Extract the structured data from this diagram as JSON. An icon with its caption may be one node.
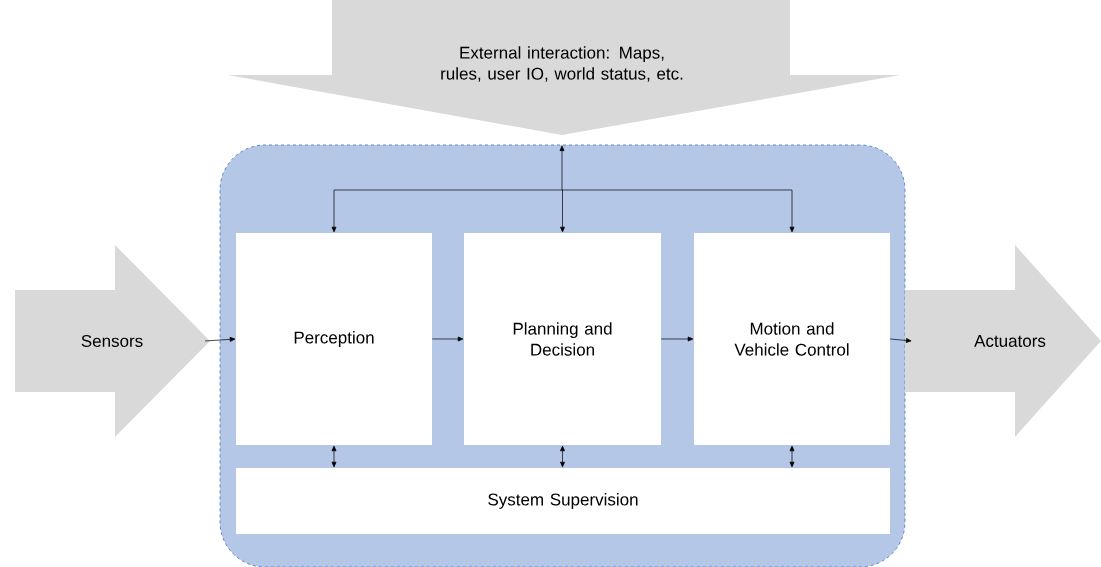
{
  "diagram": {
    "nodes": [
      {
        "text": [
          "External interaction: Maps, rules, user IO, world status, etc."
        ]
      },
      {
        "text": [],
        "shape": "box"
      },
      {
        "text": [
          "Perception"
        ],
        "in": 1
      },
      {
        "text": [
          "Planning and Decision"
        ],
        "in": 1
      },
      {
        "text": [
          "Motion and Vehicle Control"
        ],
        "in": 1
      },
      {
        "text": [
          "System Supervision"
        ],
        "in": 1
      },
      {
        "text": [
          "Sensors"
        ]
      },
      {
        "text": [
          "Actuators"
        ]
      }
    ],
    "edges": [
      {
        "from": 6,
        "to": 2,
        "arrow": "to"
      },
      {
        "from": 2,
        "to": 3,
        "arrow": "to"
      },
      {
        "from": 3,
        "to": 4,
        "arrow": "to"
      },
      {
        "from": 4,
        "to": 7,
        "arrow": "to"
      },
      {
        "from": 0,
        "to": 2,
        "arrow": "both"
      },
      {
        "from": 0,
        "to": 3,
        "arrow": "both"
      },
      {
        "from": 0,
        "to": 4,
        "arrow": "both"
      },
      {
        "from": 2,
        "to": 5,
        "arrow": "both"
      },
      {
        "from": 3,
        "to": 5,
        "arrow": "both"
      },
      {
        "from": 4,
        "to": 5,
        "arrow": "both"
      }
    ]
  }
}
